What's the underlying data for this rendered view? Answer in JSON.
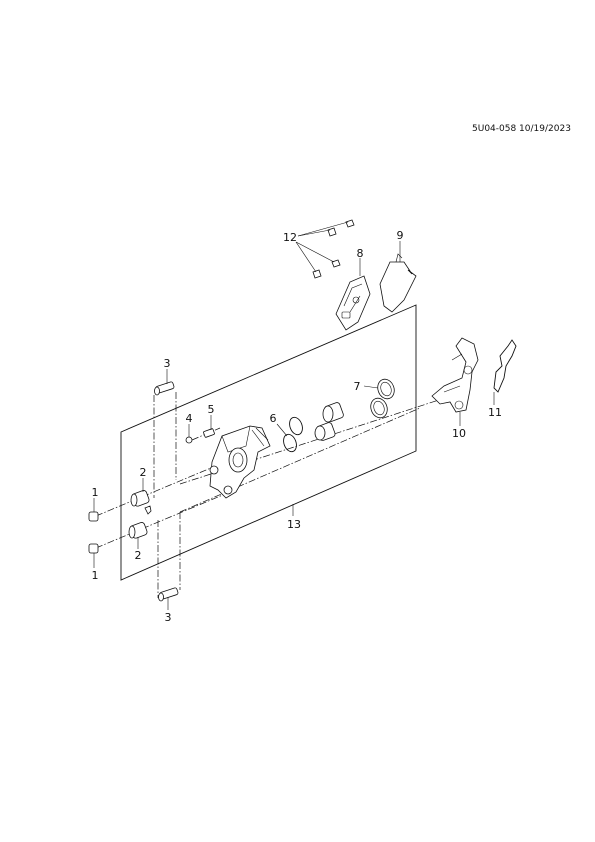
{
  "header": {
    "doc_id": "5U04-058 10/19/2023"
  },
  "callouts": {
    "c1a": "1",
    "c1b": "1",
    "c2a": "2",
    "c2b": "2",
    "c3a": "3",
    "c3b": "3",
    "c4": "4",
    "c5": "5",
    "c6": "6",
    "c7": "7",
    "c8": "8",
    "c9": "9",
    "c10": "10",
    "c11": "11",
    "c12": "12",
    "c13": "13"
  }
}
